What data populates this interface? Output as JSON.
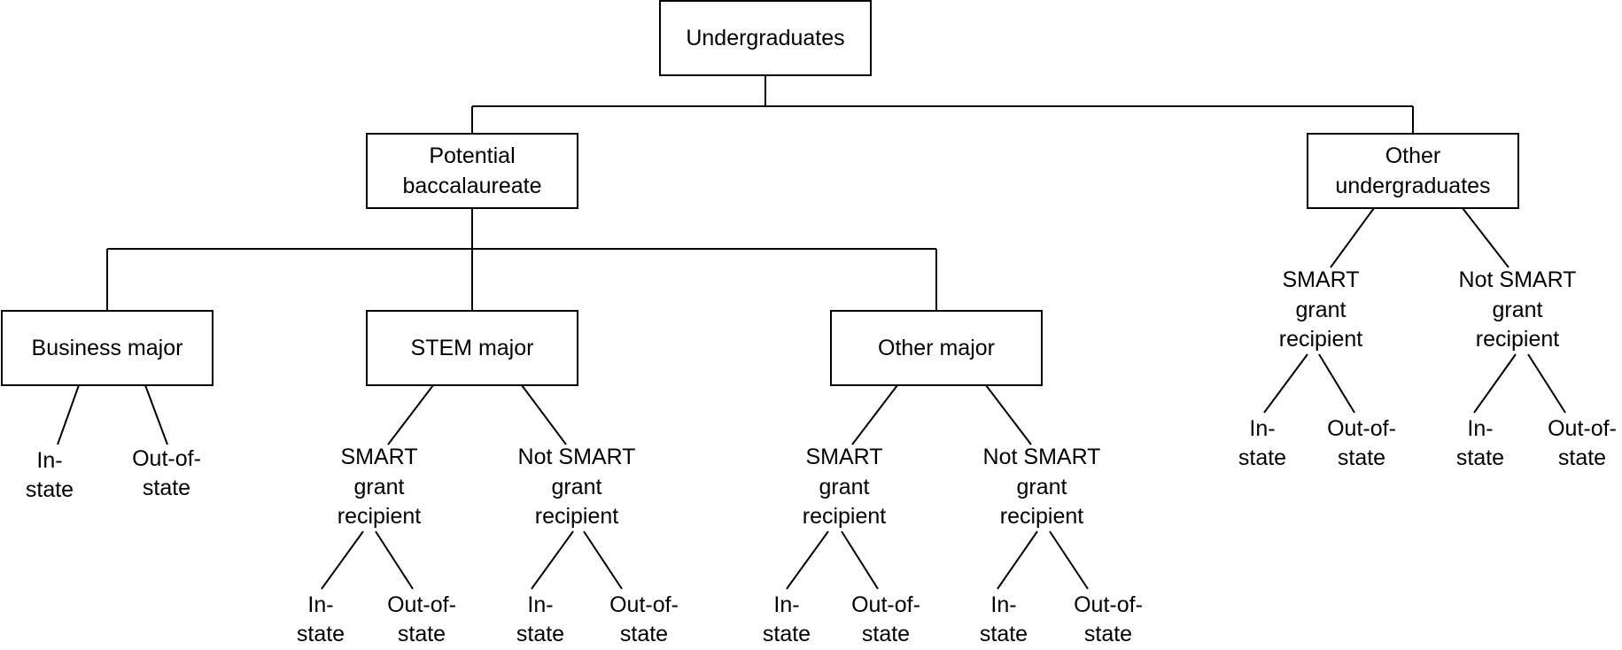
{
  "diagram": {
    "root": "Undergraduates",
    "level1": {
      "potential": [
        "Potential",
        "baccalaureate"
      ],
      "other_ug": [
        "Other",
        "undergraduates"
      ]
    },
    "majors": {
      "business": "Business major",
      "stem": "STEM major",
      "other": "Other major"
    },
    "grant": {
      "smart": [
        "SMART",
        "grant",
        "recipient"
      ],
      "not_smart": [
        "Not SMART",
        "grant",
        "recipient"
      ]
    },
    "residency": {
      "in_state": [
        "In-",
        "state"
      ],
      "out_state": [
        "Out-of-",
        "state"
      ]
    }
  }
}
